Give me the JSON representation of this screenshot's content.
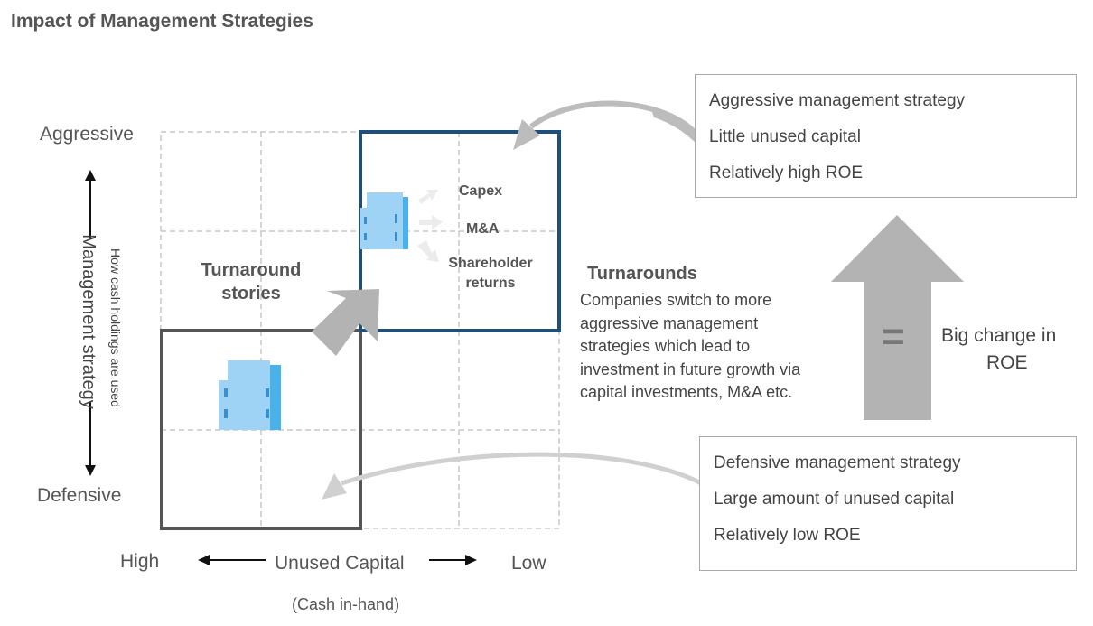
{
  "title": "Impact of Management Strategies",
  "y_axis": {
    "top": "Aggressive",
    "bottom": "Defensive",
    "label_main": "Management strategy",
    "label_sub": "How  cash holdings are used"
  },
  "x_axis": {
    "left": "High",
    "right": "Low",
    "label": "Unused Capital",
    "sublabel": "(Cash in-hand)"
  },
  "grid": {
    "turnaround_stories": "Turnaround stories",
    "actions": [
      "Capex",
      "M&A",
      "Shareholder returns"
    ]
  },
  "turnarounds": {
    "heading": "Turnarounds",
    "description_lines": [
      "Companies switch to more",
      "aggressive management",
      "strategies which lead to",
      "investment in future growth via",
      "capital investments, M&A etc."
    ]
  },
  "aggressive_box": {
    "items": [
      "Aggressive management strategy",
      "Little unused capital",
      "Relatively high ROE"
    ]
  },
  "defensive_box": {
    "items": [
      "Defensive management strategy",
      "Large amount of unused capital",
      "Relatively low ROE"
    ]
  },
  "roe_change": {
    "equals": "=",
    "label_line1": "Big change in",
    "label_line2": "ROE"
  },
  "colors": {
    "aggressive_frame": "#1f4e79",
    "defensive_frame": "#555555",
    "building": "#9fd3f5",
    "building_side": "#4ab2ea",
    "arrow_gray": "#b3b3b3",
    "grid_dash": "#c8c8c8"
  }
}
